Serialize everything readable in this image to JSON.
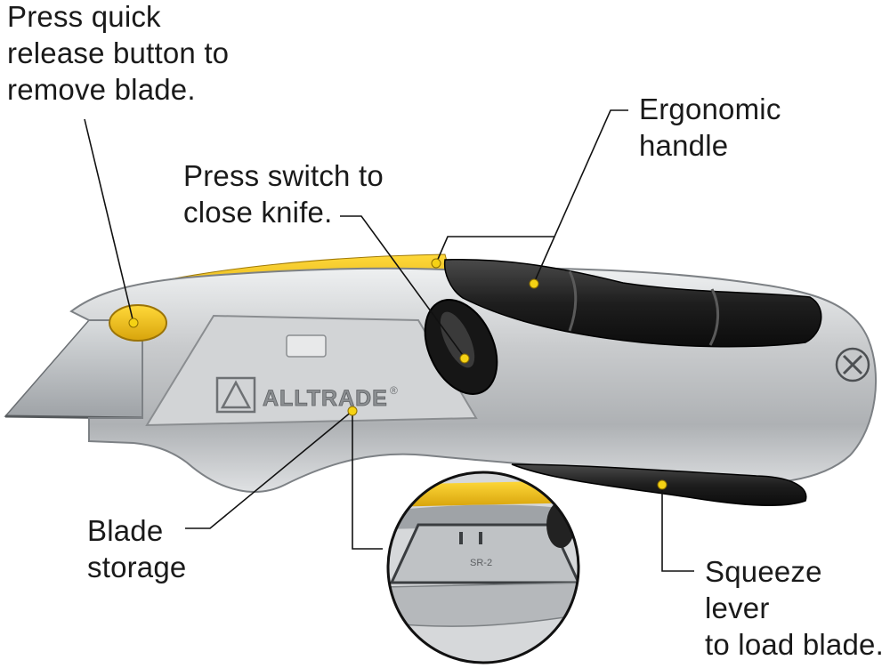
{
  "callouts": {
    "quick_release": "Press quick\nrelease button to\nremove blade.",
    "ergonomic": "Ergonomic\nhandle",
    "press_switch": "Press switch to\nclose knife.",
    "blade_storage": "Blade\nstorage",
    "squeeze_lever": "Squeeze lever\nto load blade."
  },
  "product": {
    "brand": "ALLTRADE",
    "registered_mark": "®",
    "blade_code": "SR-2"
  },
  "colors": {
    "accent_yellow": "#f2c318",
    "body_silver": "#c9cbcd",
    "grip_black": "#1c1c1c",
    "leader_line": "#111111"
  }
}
